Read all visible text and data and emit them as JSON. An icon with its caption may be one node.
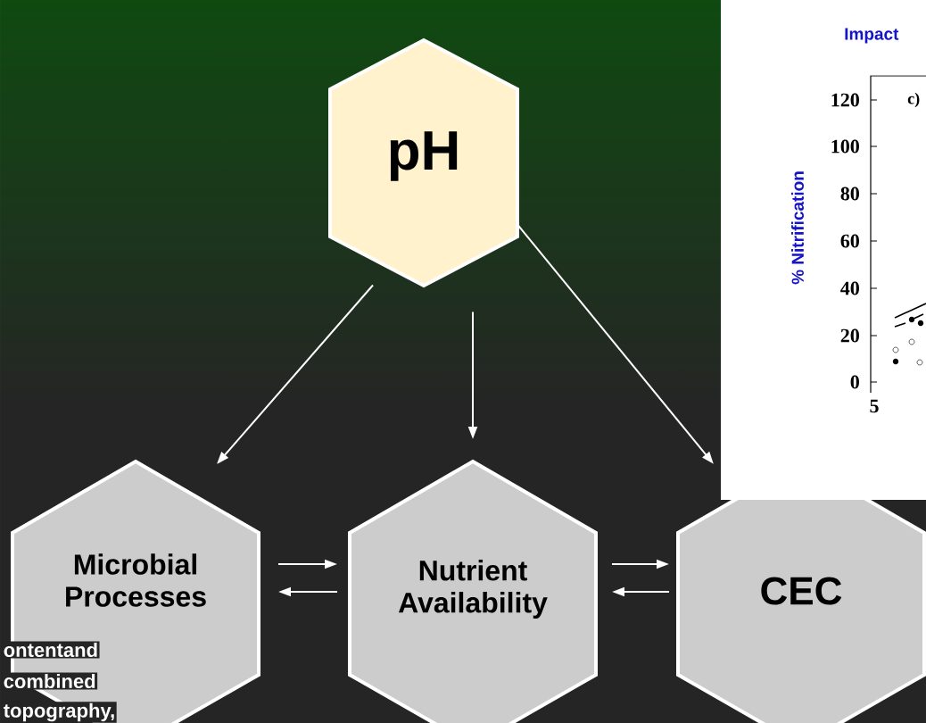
{
  "diagram": {
    "nodes": [
      {
        "text": [
          "pH"
        ]
      },
      {
        "text": [
          "Microbial Processes"
        ]
      },
      {
        "text": [
          "Nutrient Availability"
        ]
      },
      {
        "text": [
          "CEC"
        ]
      }
    ],
    "edges": [
      {
        "from": 0,
        "to": 1,
        "arrow": "to"
      },
      {
        "from": 0,
        "to": 2,
        "arrow": "to"
      },
      {
        "from": 0,
        "to": 3,
        "arrow": "to"
      },
      {
        "from": 1,
        "to": 2,
        "arrow": "to"
      },
      {
        "from": 2,
        "to": 1,
        "arrow": "to"
      },
      {
        "from": 2,
        "to": 3,
        "arrow": "to"
      },
      {
        "from": 3,
        "to": 2,
        "arrow": "to"
      }
    ],
    "labels": [
      "Impact",
      "120",
      "c)",
      "100",
      "80",
      "60",
      "40",
      "20",
      "0",
      "5",
      "% Nitrification",
      "ontentand",
      "combined",
      "topography,"
    ]
  }
}
